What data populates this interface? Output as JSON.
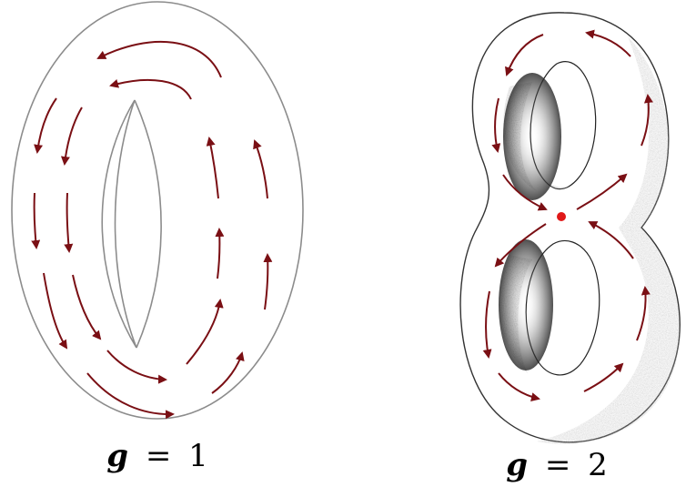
{
  "panels": [
    {
      "label_var": "g",
      "label_eq": "=",
      "label_num": "1"
    },
    {
      "label_var": "g",
      "label_eq": "=",
      "label_num": "2"
    }
  ],
  "colors": {
    "arrow": "#7a0f14",
    "outline": "#8c8c8c",
    "shading": "#444444",
    "critical_point": "#e01818"
  }
}
